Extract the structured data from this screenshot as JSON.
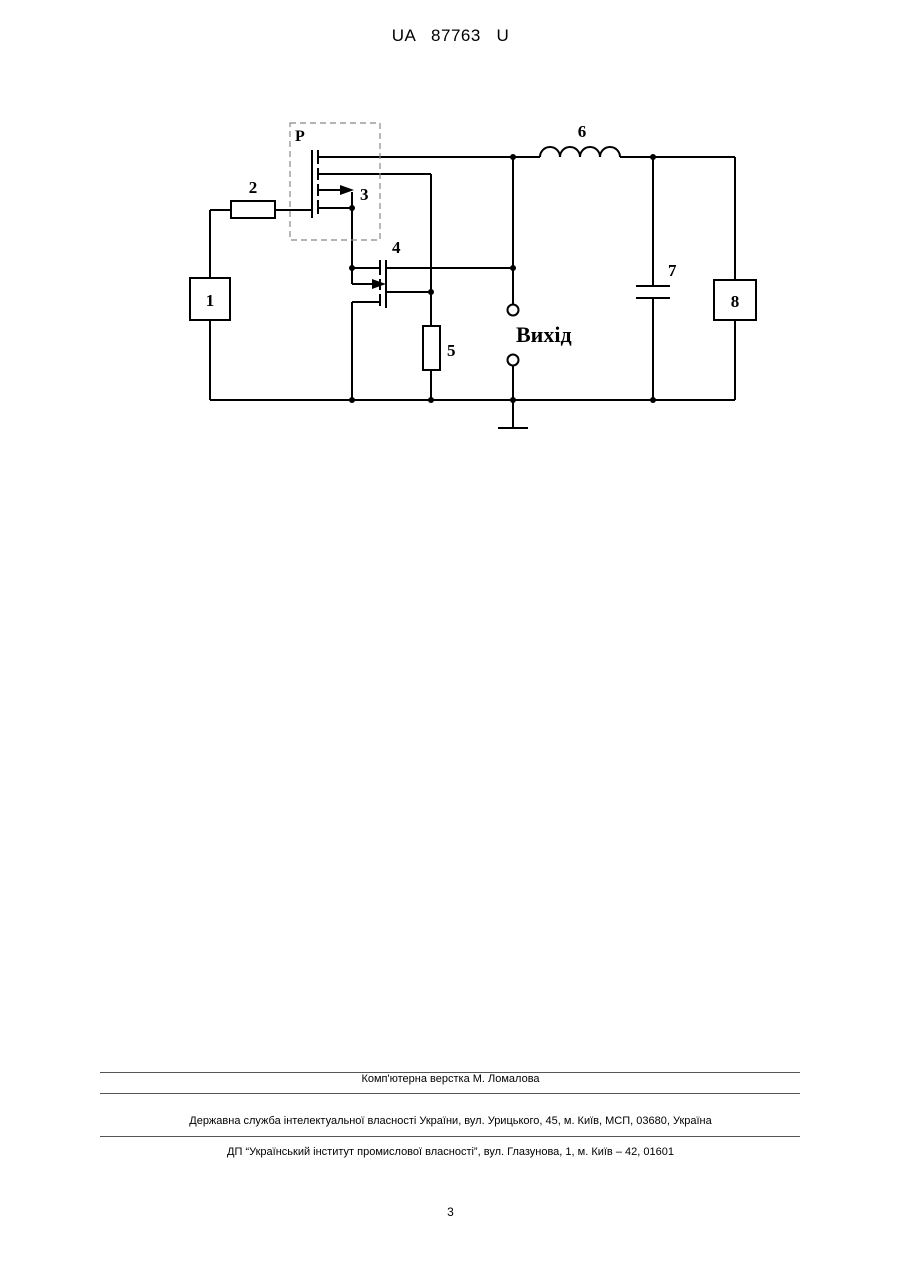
{
  "header": {
    "patent_id": "UA   87763   U"
  },
  "figure": {
    "labels": {
      "block1": "1",
      "resistor2": "2",
      "transistor3": "3",
      "transistor4": "4",
      "resistor5": "5",
      "inductor6": "6",
      "capacitor7": "7",
      "block8": "8",
      "p_label": "P",
      "output_label": "Вихід"
    }
  },
  "footer": {
    "layout_credit": "Комп'ютерна верстка М. Ломалова",
    "agency_line": "Державна служба інтелектуальної власності України, вул. Урицького, 45, м. Київ, МСП, 03680, Україна",
    "institute_line": "ДП “Український інститут промислової власності”, вул. Глазунова, 1, м. Київ – 42, 01601"
  },
  "page_number": "3"
}
